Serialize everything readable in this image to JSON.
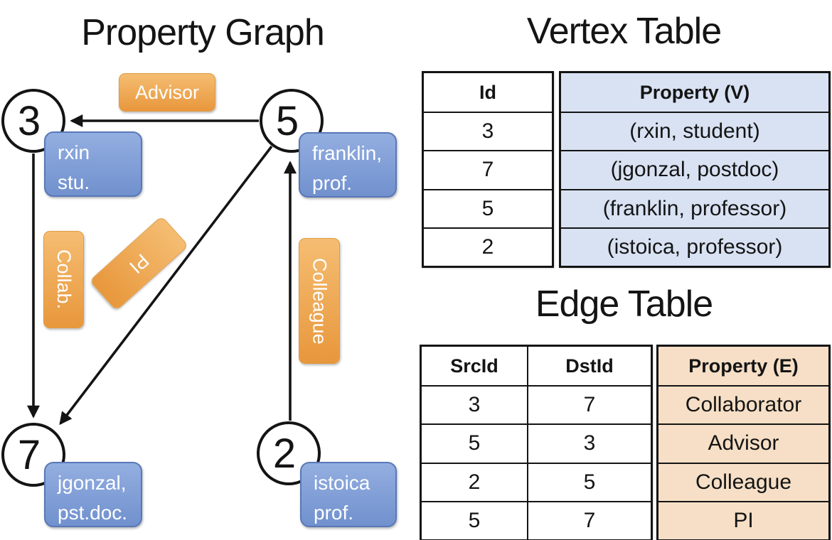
{
  "graph": {
    "title": "Property Graph",
    "vertices": [
      {
        "id": "3",
        "line1": "rxin",
        "line2": "stu."
      },
      {
        "id": "5",
        "line1": "franklin,",
        "line2": "prof."
      },
      {
        "id": "7",
        "line1": "jgonzal,",
        "line2": "pst.doc."
      },
      {
        "id": "2",
        "line1": "istoica",
        "line2": "prof."
      }
    ],
    "edge_labels": {
      "advisor": "Advisor",
      "collab": "Collab.",
      "pi": "PI",
      "colleague": "Colleague"
    }
  },
  "vertex_table": {
    "title": "Vertex Table",
    "columns": {
      "id": "Id",
      "property": "Property (V)"
    },
    "rows": [
      {
        "id": "3",
        "property": "(rxin, student)"
      },
      {
        "id": "7",
        "property": "(jgonzal, postdoc)"
      },
      {
        "id": "5",
        "property": "(franklin, professor)"
      },
      {
        "id": "2",
        "property": "(istoica, professor)"
      }
    ]
  },
  "edge_table": {
    "title": "Edge Table",
    "columns": {
      "src": "SrcId",
      "dst": "DstId",
      "property": "Property (E)"
    },
    "rows": [
      {
        "src": "3",
        "dst": "7",
        "property": "Collaborator"
      },
      {
        "src": "5",
        "dst": "3",
        "property": "Advisor"
      },
      {
        "src": "2",
        "dst": "5",
        "property": "Colleague"
      },
      {
        "src": "5",
        "dst": "7",
        "property": "PI"
      }
    ]
  },
  "colors": {
    "vertex_property_fill": "#d9e2f3",
    "edge_property_fill": "#f6dfc6",
    "edge_label_orange": "#e8973c",
    "vertex_box_blue": "#7191ce",
    "line_black": "#141414"
  }
}
